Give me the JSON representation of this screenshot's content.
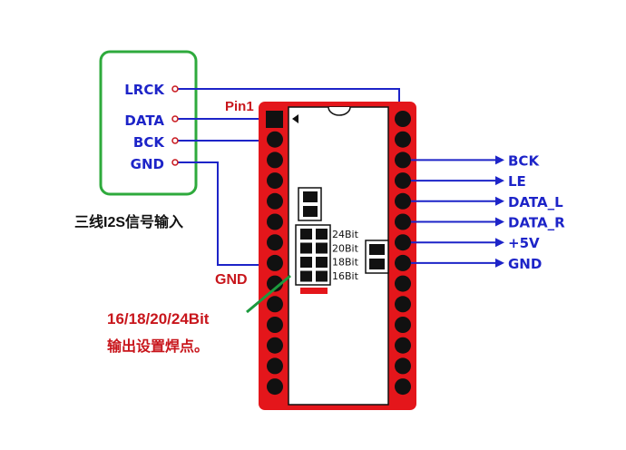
{
  "input_labels": {
    "lrck": "LRCK",
    "data": "DATA",
    "bck": "BCK",
    "gnd": "GND"
  },
  "input_caption": "三线I2S信号输入",
  "pin1_label": "Pin1",
  "gnd_left_label": "GND",
  "bit_options": [
    "24Bit",
    "20Bit",
    "18Bit",
    "16Bit"
  ],
  "outputs": [
    "BCK",
    "LE",
    "DATA_L",
    "DATA_R",
    "+5V",
    "GND"
  ],
  "setting_note_line1": "16/18/20/24Bit",
  "setting_note_line2": "输出设置焊点。",
  "colors": {
    "board_red": "#e4161b",
    "input_box_green": "#2eaa3c",
    "wire_blue": "#1d24c8",
    "label_red": "#c8161c",
    "label_blue": "#1d24c8",
    "callout_green": "#1c9a3e"
  }
}
